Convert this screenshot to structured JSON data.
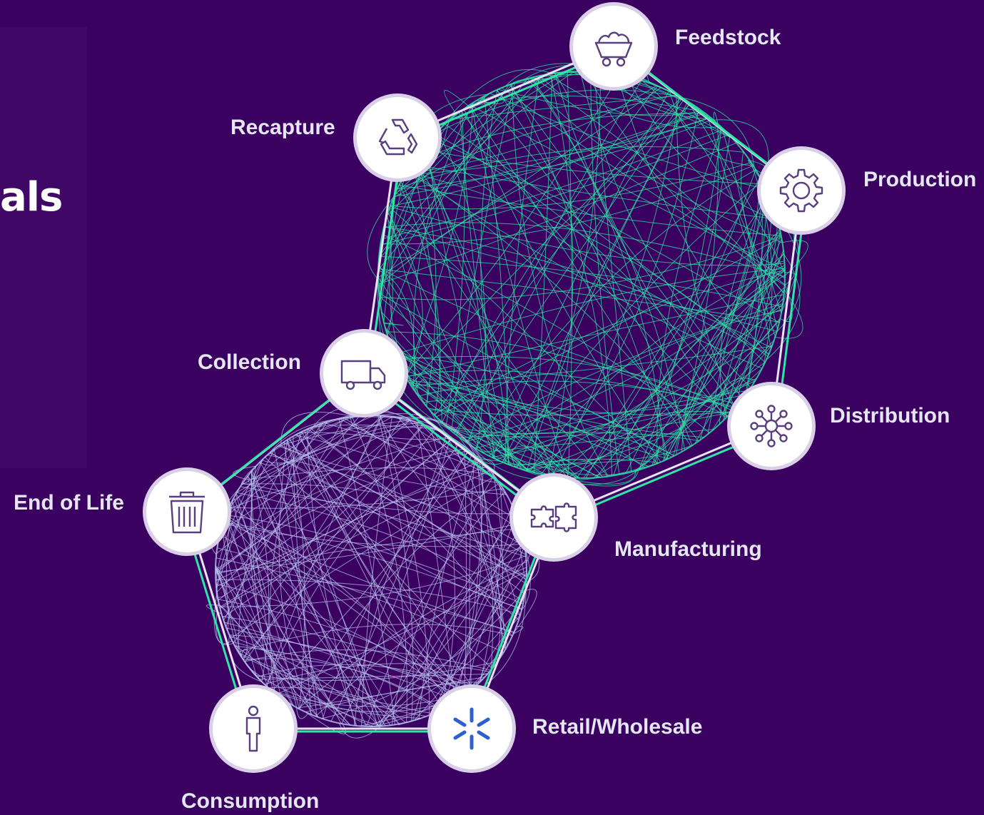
{
  "heading_fragment": "als",
  "colors": {
    "background": "#3b0160",
    "upper_web": "#2ee6a6",
    "lower_web": "#b9c8f2",
    "icon_stroke": "#5a3f7e"
  },
  "nodes": [
    {
      "id": "feedstock",
      "label": "Feedstock",
      "icon": "mine-cart-icon"
    },
    {
      "id": "production",
      "label": "Production",
      "icon": "gear-icon"
    },
    {
      "id": "distribution",
      "label": "Distribution",
      "icon": "network-icon"
    },
    {
      "id": "manufacturing",
      "label": "Manufacturing",
      "icon": "puzzle-icon"
    },
    {
      "id": "collection",
      "label": "Collection",
      "icon": "truck-icon"
    },
    {
      "id": "recapture",
      "label": "Recapture",
      "icon": "recycle-icon"
    },
    {
      "id": "end_of_life",
      "label": "End of Life",
      "icon": "trash-icon"
    },
    {
      "id": "consumption",
      "label": "Consumption",
      "icon": "person-icon"
    },
    {
      "id": "retail_wholesale",
      "label": "Retail/Wholesale",
      "icon": "spark-icon"
    }
  ]
}
